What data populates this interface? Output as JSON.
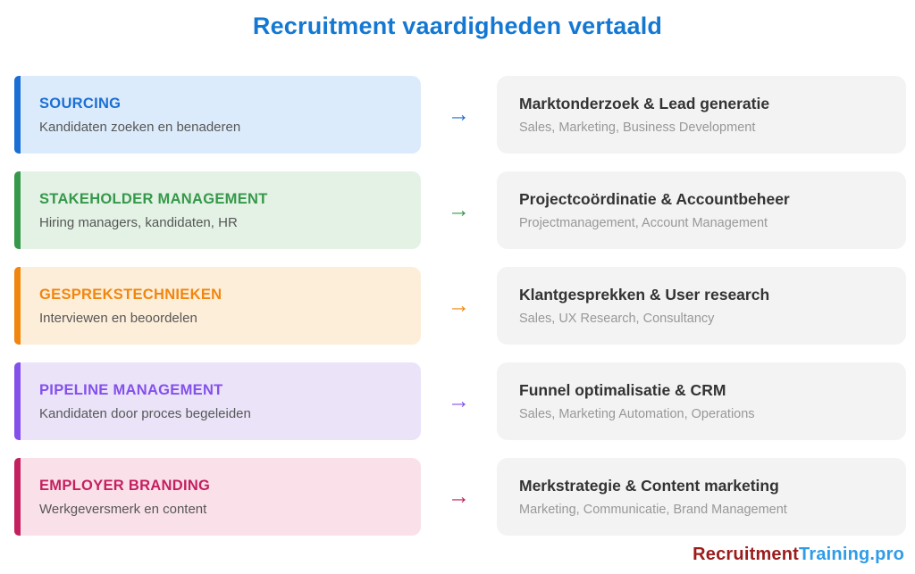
{
  "page": {
    "title": "Recruitment vaardigheden vertaald",
    "title_color": "#1478d2",
    "background": "#ffffff"
  },
  "logo": {
    "part1": "Recruitment",
    "part2": "Training.pro",
    "part1_color": "#9c1c1c",
    "part2_color": "#2f9ce8"
  },
  "rows": [
    {
      "skill": "SOURCING",
      "skill_desc": "Kandidaten zoeken en benaderen",
      "arrow": "→",
      "target": "Marktonderzoek & Lead generatie",
      "target_desc": "Sales, Marketing, Business Development",
      "accent": "#1b6fd4",
      "bg": "#dcebfb"
    },
    {
      "skill": "STAKEHOLDER MANAGEMENT",
      "skill_desc": "Hiring managers, kandidaten, HR",
      "arrow": "→",
      "target": "Projectcoördinatie & Accountbeheer",
      "target_desc": "Projectmanagement, Account Management",
      "accent": "#36984a",
      "bg": "#e3f2e5"
    },
    {
      "skill": "GESPREKSTECHNIEKEN",
      "skill_desc": "Interviewen en beoordelen",
      "arrow": "→",
      "target": "Klantgesprekken & User research",
      "target_desc": "Sales, UX Research, Consultancy",
      "accent": "#f1860f",
      "bg": "#fdeed9"
    },
    {
      "skill": "PIPELINE MANAGEMENT",
      "skill_desc": "Kandidaten door proces begeleiden",
      "arrow": "→",
      "target": "Funnel optimalisatie & CRM",
      "target_desc": "Sales, Marketing Automation, Operations",
      "accent": "#8450ec",
      "bg": "#ebe4f9"
    },
    {
      "skill": "EMPLOYER BRANDING",
      "skill_desc": "Werkgeversmerk en content",
      "arrow": "→",
      "target": "Merkstrategie & Content marketing",
      "target_desc": "Marketing, Communicatie, Brand Management",
      "accent": "#c41f5e",
      "bg": "#fae1e9"
    }
  ]
}
